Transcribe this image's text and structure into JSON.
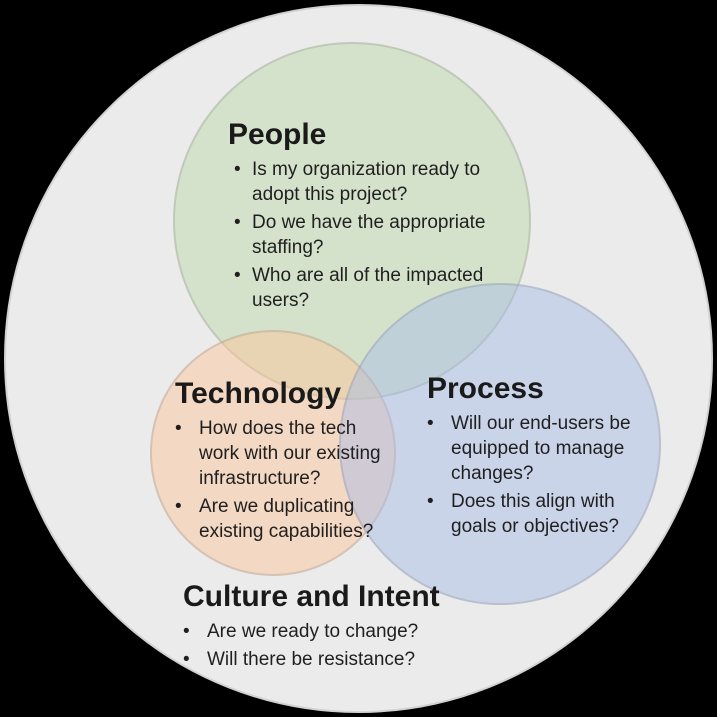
{
  "canvas": {
    "background_color": "#000000",
    "text_color": "#1f1f1f"
  },
  "diagram": {
    "type": "venn",
    "outer_section": {
      "title": "Culture and Intent",
      "fill": "#ebebeb",
      "border": "#d2d2d2",
      "bullets": [
        "Are we ready to change?",
        "Will there be resistance?"
      ]
    },
    "circles": [
      {
        "id": "people",
        "title": "People",
        "fill": "#d6e2cc",
        "bullets": [
          "Is my organization ready to\nadopt this project?",
          "Do we have the appropriate\nstaffing?",
          "Who are all of the impacted\nusers?"
        ]
      },
      {
        "id": "technology",
        "title": "Technology",
        "fill": "#f3d9c3",
        "bullets": [
          "How does the tech\nwork with our existing\ninfrastructure?",
          "Are we duplicating\nexisting capabilities?"
        ]
      },
      {
        "id": "process",
        "title": "Process",
        "fill": "#cbd5e9",
        "bullets": [
          "Will our end-users be\nequipped to manage\nchanges?",
          "Does this align with\ngoals or objectives?"
        ]
      }
    ],
    "overlap_colors": {
      "people_technology": "#e6d3b5",
      "people_process": "#c2ced1",
      "technology_process": "#d7cbd0",
      "center_triple": "#cbcacd"
    }
  }
}
